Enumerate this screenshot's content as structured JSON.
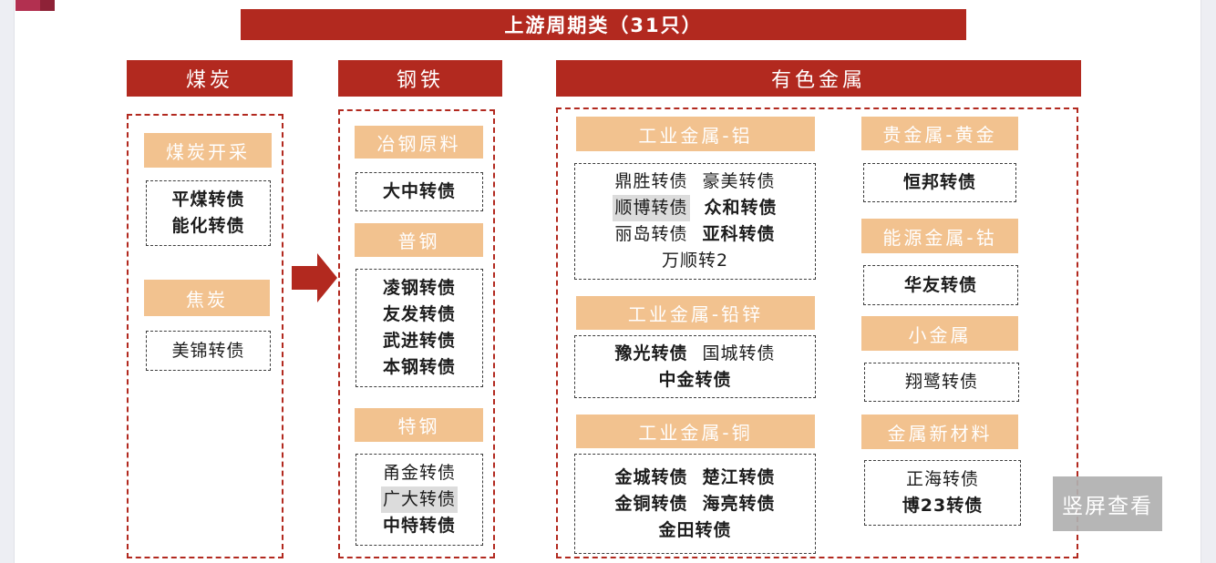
{
  "page": {
    "title": "上游周期类（31只）",
    "overlay_button": "竖屏查看"
  },
  "colors": {
    "accent_red": "#b2291f",
    "tan_label": "#f2c28f",
    "highlight_gray": "#dcdcdc",
    "logo_light": "#b23050",
    "logo_dark": "#8e2237"
  },
  "coal": {
    "header": "煤炭",
    "groups": {
      "mining": {
        "label": "煤炭开采",
        "bonds": [
          {
            "name": "平煤转债",
            "bold": true,
            "highlight": false
          },
          {
            "name": "能化转债",
            "bold": true,
            "highlight": false
          }
        ]
      },
      "coke": {
        "label": "焦炭",
        "bonds": [
          {
            "name": "美锦转债",
            "bold": false,
            "highlight": false
          }
        ]
      }
    }
  },
  "steel": {
    "header": "钢铁",
    "groups": {
      "raw": {
        "label": "冶钢原料",
        "bonds": [
          {
            "name": "大中转债",
            "bold": true,
            "highlight": false
          }
        ]
      },
      "common": {
        "label": "普钢",
        "bonds": [
          {
            "name": "凌钢转债",
            "bold": true,
            "highlight": false
          },
          {
            "name": "友发转债",
            "bold": true,
            "highlight": false
          },
          {
            "name": "武进转债",
            "bold": true,
            "highlight": false
          },
          {
            "name": "本钢转债",
            "bold": true,
            "highlight": false
          }
        ]
      },
      "special": {
        "label": "特钢",
        "bonds": [
          {
            "name": "甬金转债",
            "bold": false,
            "highlight": false
          },
          {
            "name": "广大转债",
            "bold": false,
            "highlight": true
          },
          {
            "name": "中特转债",
            "bold": true,
            "highlight": false
          }
        ]
      }
    }
  },
  "nonferrous": {
    "header": "有色金属",
    "left": {
      "aluminum": {
        "label": "工业金属-铝",
        "bonds": [
          {
            "name": "鼎胜转债",
            "bold": false,
            "highlight": false
          },
          {
            "name": "豪美转债",
            "bold": false,
            "highlight": false
          },
          {
            "name": "顺博转债",
            "bold": false,
            "highlight": true
          },
          {
            "name": "众和转债",
            "bold": true,
            "highlight": false
          },
          {
            "name": "丽岛转债",
            "bold": false,
            "highlight": false
          },
          {
            "name": "亚科转债",
            "bold": true,
            "highlight": false
          },
          {
            "name": "万顺转2",
            "bold": false,
            "highlight": false
          }
        ]
      },
      "leadzinc": {
        "label": "工业金属-铅锌",
        "bonds": [
          {
            "name": "豫光转债",
            "bold": true,
            "highlight": false
          },
          {
            "name": "国城转债",
            "bold": false,
            "highlight": false
          },
          {
            "name": "中金转债",
            "bold": true,
            "highlight": false
          }
        ]
      },
      "copper": {
        "label": "工业金属-铜",
        "bonds": [
          {
            "name": "金城转债",
            "bold": true,
            "highlight": false
          },
          {
            "name": "楚江转债",
            "bold": true,
            "highlight": false
          },
          {
            "name": "金铜转债",
            "bold": true,
            "highlight": false
          },
          {
            "name": "海亮转债",
            "bold": true,
            "highlight": false
          },
          {
            "name": "金田转债",
            "bold": true,
            "highlight": false
          }
        ]
      }
    },
    "right": {
      "gold": {
        "label": "贵金属-黄金",
        "bonds": [
          {
            "name": "恒邦转债",
            "bold": true,
            "highlight": false
          }
        ]
      },
      "cobalt": {
        "label": "能源金属-钴",
        "bonds": [
          {
            "name": "华友转债",
            "bold": true,
            "highlight": false
          }
        ]
      },
      "minor": {
        "label": "小金属",
        "bonds": [
          {
            "name": "翔鹭转债",
            "bold": false,
            "highlight": false
          }
        ]
      },
      "newmat": {
        "label": "金属新材料",
        "bonds": [
          {
            "name": "正海转债",
            "bold": false,
            "highlight": false
          },
          {
            "name": "博23转债",
            "bold": true,
            "highlight": false
          }
        ]
      }
    }
  }
}
